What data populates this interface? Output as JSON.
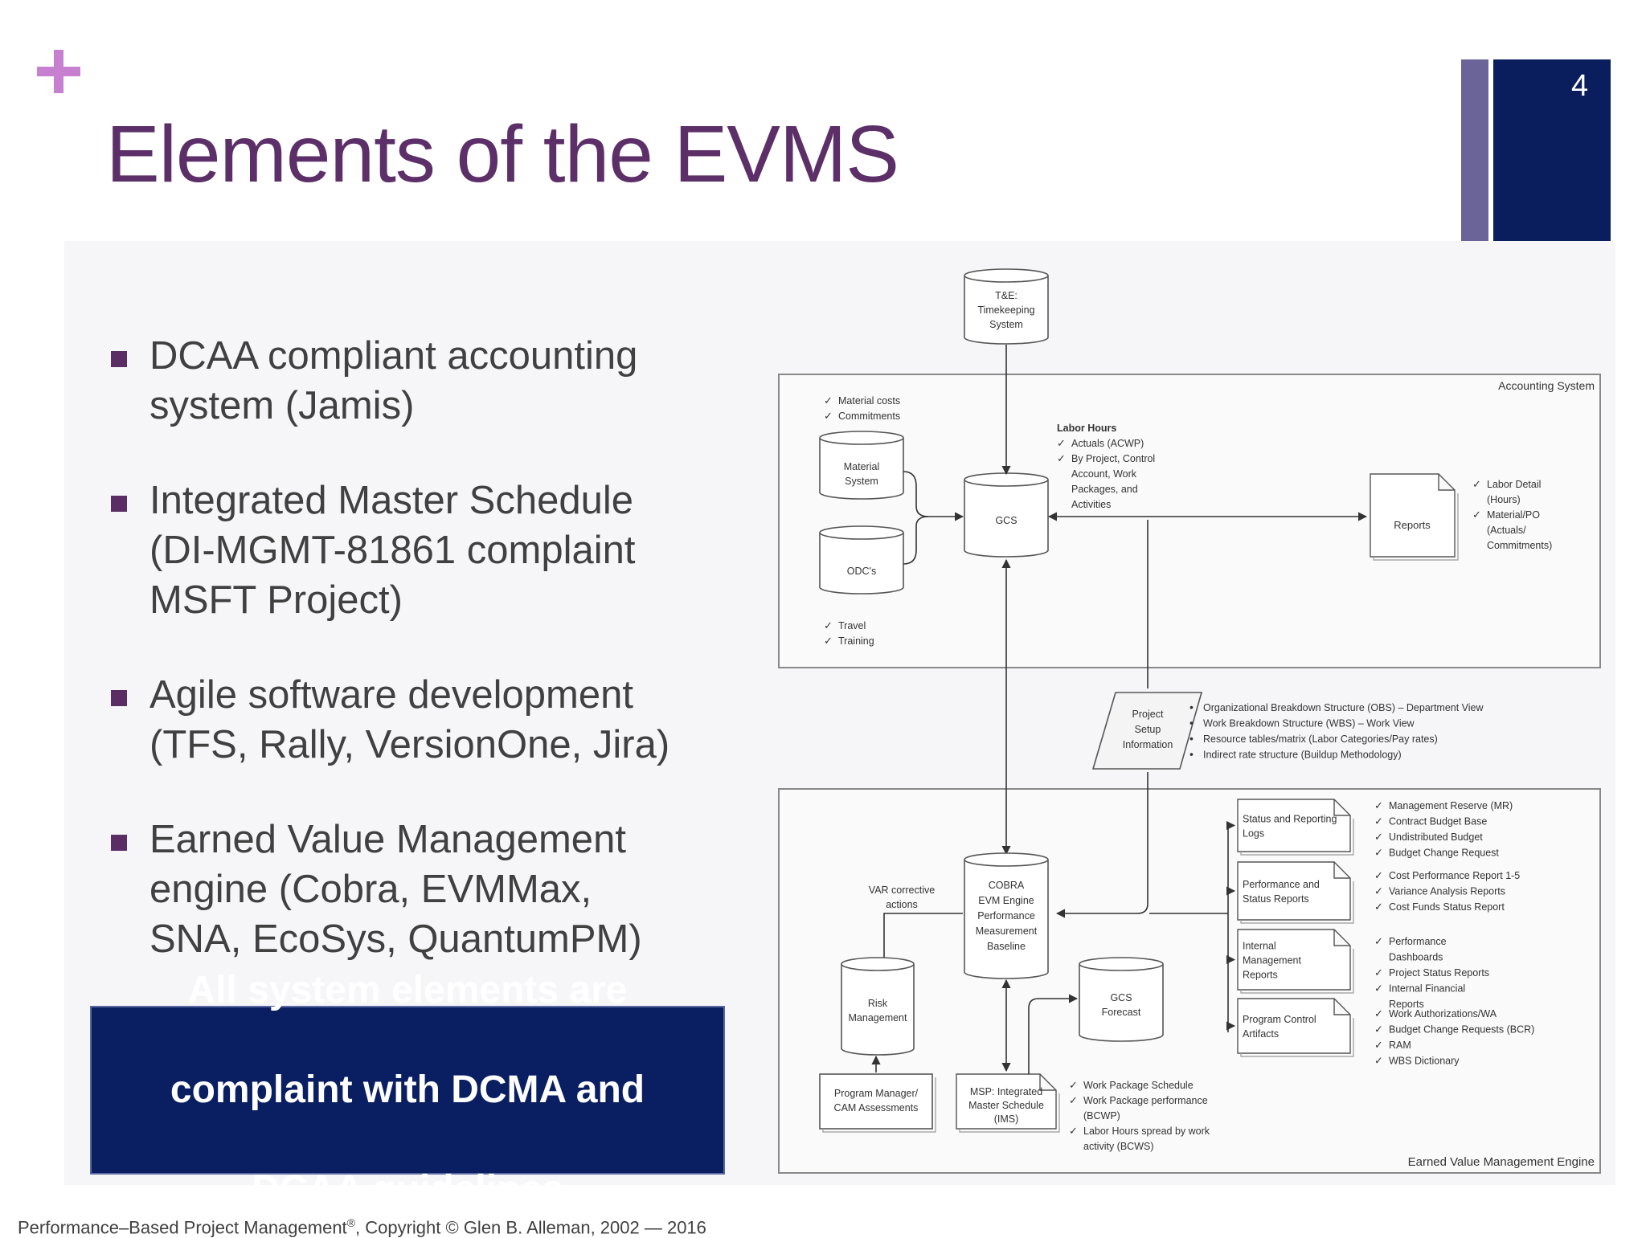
{
  "slide": {
    "title": "Elements of the EVMS",
    "page_number": "4",
    "bullets": [
      {
        "lines": [
          "DCAA compliant accounting",
          "system (Jamis)"
        ]
      },
      {
        "lines": [
          "Integrated Master Schedule",
          "(DI-MGMT-81861 complaint",
          "MSFT Project)"
        ]
      },
      {
        "lines": [
          "Agile software development",
          "(TFS, Rally, VersionOne, Jira)"
        ]
      },
      {
        "lines": [
          "Earned Value Management",
          "engine (Cobra, EVMMax,",
          "SNA, EcoSys, QuantumPM)"
        ]
      }
    ],
    "callout_lines": [
      "All system elements are",
      "complaint with DCMA and",
      "DCAA guidelines"
    ],
    "footer_pre": "Performance–Based Project Management",
    "footer_reg": "®",
    "footer_post": ", Copyright © Glen B. Alleman, 2002 — 2016"
  },
  "diagram": {
    "accounting_label": "Accounting System",
    "evm_label": "Earned Value Management Engine",
    "te_lines": [
      "T&E:",
      "Timekeeping",
      "System"
    ],
    "material_lines": [
      "Material",
      "System"
    ],
    "odc_lines": [
      "ODC's"
    ],
    "gcs_lines": [
      "GCS"
    ],
    "reports_lines": [
      "Reports"
    ],
    "material_checks": [
      "Material costs",
      "Commitments"
    ],
    "odc_checks": [
      "Travel",
      "Training"
    ],
    "labor_heading": "Labor Hours",
    "labor_checks": [
      [
        "Actuals (ACWP)"
      ],
      [
        "By Project, Control",
        "Account, Work",
        "Packages, and",
        "Activities"
      ]
    ],
    "report_checks": [
      [
        "Labor Detail",
        "(Hours)"
      ],
      [
        "Material/PO",
        "(Actuals/",
        "Commitments)"
      ]
    ],
    "setup_lines": [
      "Project",
      "Setup",
      "Information"
    ],
    "setup_bullets": [
      "Organizational Breakdown Structure (OBS) – Department View",
      "Work Breakdown Structure (WBS) – Work View",
      "Resource tables/matrix (Labor Categories/Pay rates)",
      "Indirect rate structure (Buildup Methodology)"
    ],
    "cobra_lines": [
      "COBRA",
      "EVM Engine",
      "Performance",
      "Measurement",
      "Baseline"
    ],
    "var_lines": [
      "VAR corrective",
      "actions"
    ],
    "risk_lines": [
      "Risk",
      "Management"
    ],
    "pm_lines": [
      "Program Manager/",
      "CAM Assessments"
    ],
    "msp_lines": [
      "MSP: Integrated",
      "Master Schedule",
      "(IMS)"
    ],
    "gcs_forecast_lines": [
      "GCS",
      "Forecast"
    ],
    "output_docs": [
      {
        "lines": [
          "Status and Reporting",
          "Logs"
        ]
      },
      {
        "lines": [
          "Performance and",
          "Status Reports"
        ]
      },
      {
        "lines": [
          "Internal",
          "Management",
          "Reports"
        ]
      },
      {
        "lines": [
          "Program Control",
          "Artifacts"
        ]
      }
    ],
    "output_checks": [
      [
        [
          "Management Reserve (MR)"
        ],
        [
          "Contract Budget Base"
        ],
        [
          "Undistributed Budget"
        ],
        [
          "Budget Change Request"
        ]
      ],
      [
        [
          "Cost Performance Report 1-5"
        ],
        [
          "Variance Analysis Reports"
        ],
        [
          "Cost Funds Status Report"
        ]
      ],
      [
        [
          "Performance",
          "Dashboards"
        ],
        [
          "Project Status Reports"
        ],
        [
          "Internal Financial",
          "Reports"
        ]
      ],
      [
        [
          "Work Authorizations/WA"
        ],
        [
          "Budget Change Requests (BCR)"
        ],
        [
          "RAM"
        ],
        [
          "WBS Dictionary"
        ]
      ]
    ],
    "msp_checks": [
      [
        "Work Package Schedule"
      ],
      [
        "Work Package performance",
        "(BCWP)"
      ],
      [
        "Labor Hours spread by work",
        "activity (BCWS)"
      ]
    ],
    "check_mark": "✓",
    "bullet_mark": "•"
  }
}
